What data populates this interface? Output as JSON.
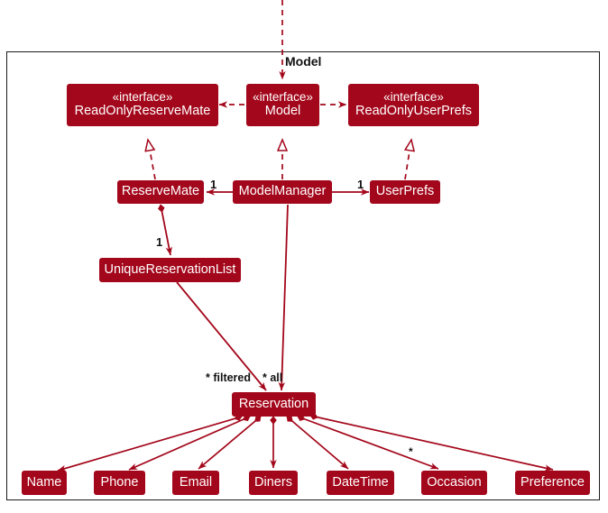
{
  "diagram": {
    "title": "Model",
    "accent_color": "#A3071B",
    "frame_color": "#1b1b1b",
    "text_color": "#ffffff",
    "label_color": "#111111",
    "type": "uml-class-diagram"
  },
  "nodes": {
    "read_only_reserve_mate": {
      "stereotype": "«interface»",
      "name": "ReadOnlyReserveMate"
    },
    "model": {
      "stereotype": "«interface»",
      "name": "Model"
    },
    "read_only_user_prefs": {
      "stereotype": "«interface»",
      "name": "ReadOnlyUserPrefs"
    },
    "reserve_mate": {
      "name": "ReserveMate"
    },
    "model_manager": {
      "name": "ModelManager"
    },
    "user_prefs": {
      "name": "UserPrefs"
    },
    "unique_reservation_list": {
      "name": "UniqueReservationList"
    },
    "reservation": {
      "name": "Reservation"
    },
    "name": {
      "name": "Name"
    },
    "phone": {
      "name": "Phone"
    },
    "email": {
      "name": "Email"
    },
    "diners": {
      "name": "Diners"
    },
    "datetime": {
      "name": "DateTime"
    },
    "occasion": {
      "name": "Occasion"
    },
    "preference": {
      "name": "Preference"
    }
  },
  "edge_labels": {
    "mm_to_reserve_mate": "1",
    "mm_to_user_prefs": "1",
    "reserve_mate_to_list": "1",
    "filtered": "* filtered",
    "all": "* all",
    "occasion_star": "*"
  }
}
